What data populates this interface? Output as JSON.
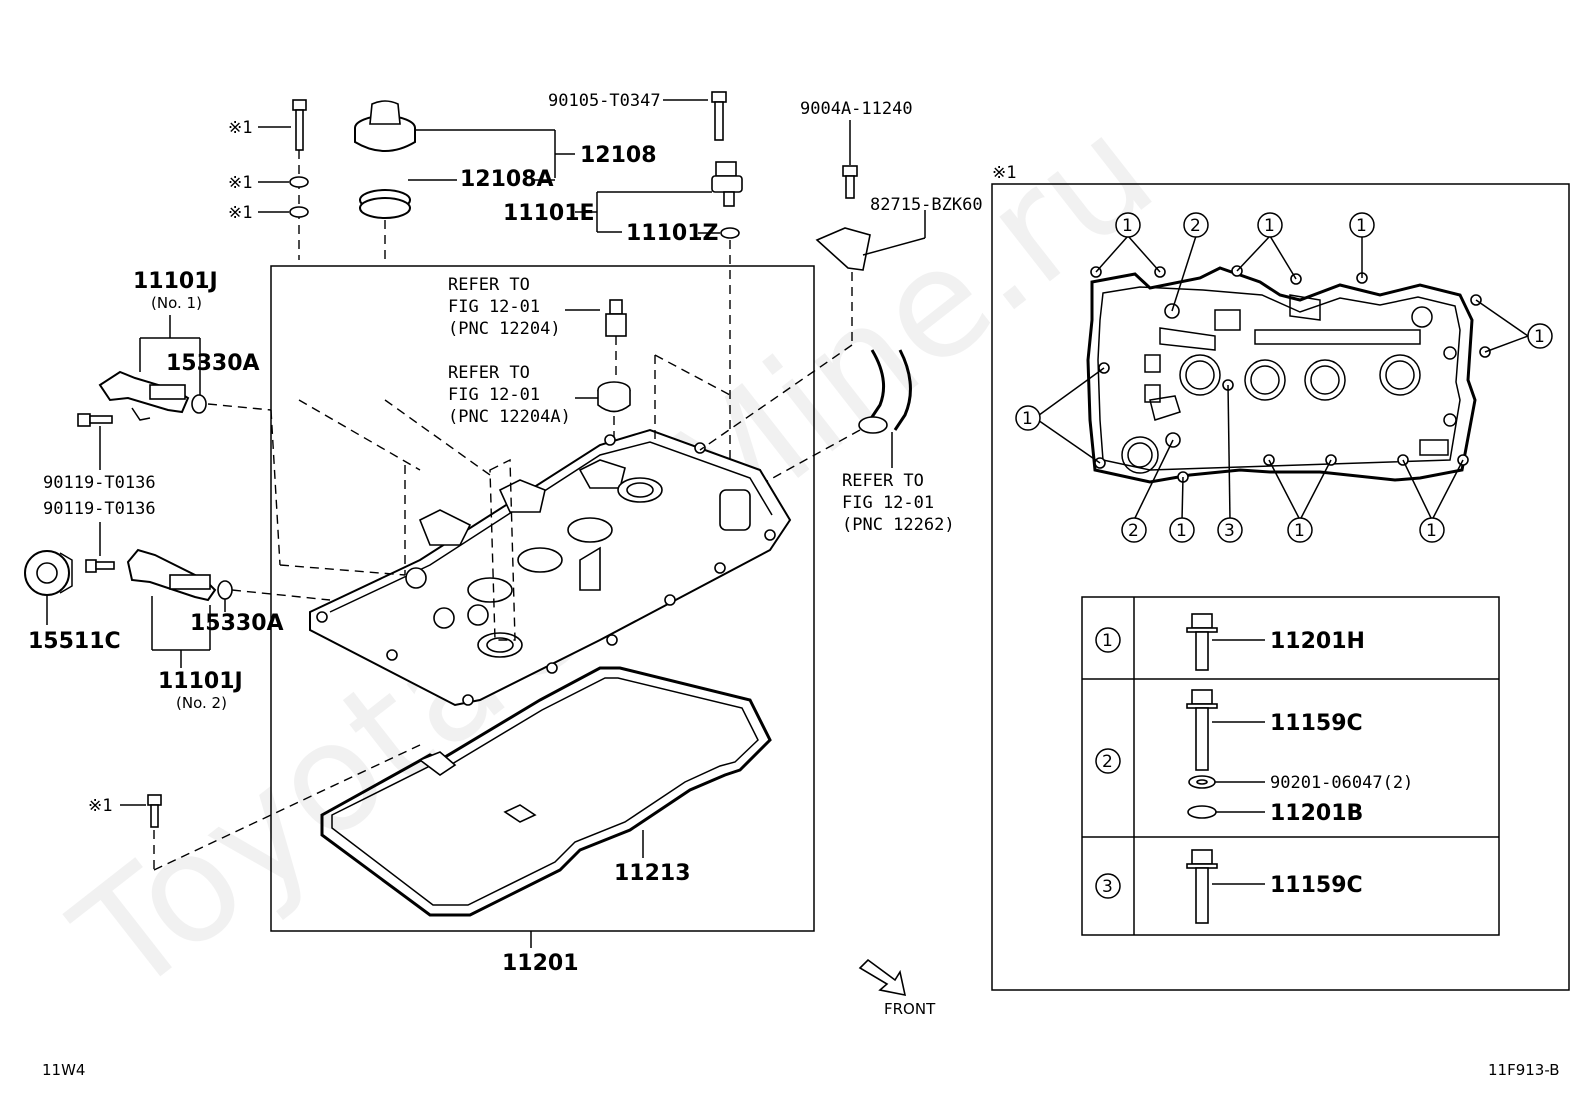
{
  "watermark": "ToyotaCarMine.ru",
  "labels": {
    "note_mark_1a": "※1",
    "note_mark_1b": "※1",
    "note_mark_1c": "※1",
    "note_mark_1d": "※1",
    "p90105": "90105-T0347",
    "p9004a": "9004A-11240",
    "p12108": "12108",
    "p12108a": "12108A",
    "p11101e": "11101E",
    "p11101z": "11101Z",
    "p82715": "82715-BZK60",
    "p11101j_1": "11101J",
    "p11101j_1_sub": "(No. 1)",
    "p15330a_1": "15330A",
    "p90119_1": "90119-T0136",
    "p90119_2": "90119-T0136",
    "p15511c": "15511C",
    "p15330a_2": "15330A",
    "p11101j_2": "11101J",
    "p11101j_2_sub": "(No. 2)",
    "p11213": "11213",
    "p11201": "11201",
    "front": "FRONT",
    "detail_mark": "※1"
  },
  "refs": [
    {
      "line1": "REFER TO",
      "line2": "FIG 12-01",
      "line3": "(PNC 12204)"
    },
    {
      "line1": "REFER TO",
      "line2": "FIG 12-01",
      "line3": "(PNC 12204A)"
    },
    {
      "line1": "REFER TO",
      "line2": "FIG 12-01",
      "line3": "(PNC 12262)"
    }
  ],
  "callouts": {
    "c1": "1",
    "c2": "2",
    "c3": "3"
  },
  "legend_table": {
    "row1": {
      "key": "1",
      "part": "11201H"
    },
    "row2": {
      "key": "2",
      "part_a": "11159C",
      "part_b": "90201-06047(2)",
      "part_c": "11201B"
    },
    "row3": {
      "key": "3",
      "part": "11159C"
    }
  },
  "footer": {
    "left": "11W4",
    "right": "11F913-B"
  }
}
